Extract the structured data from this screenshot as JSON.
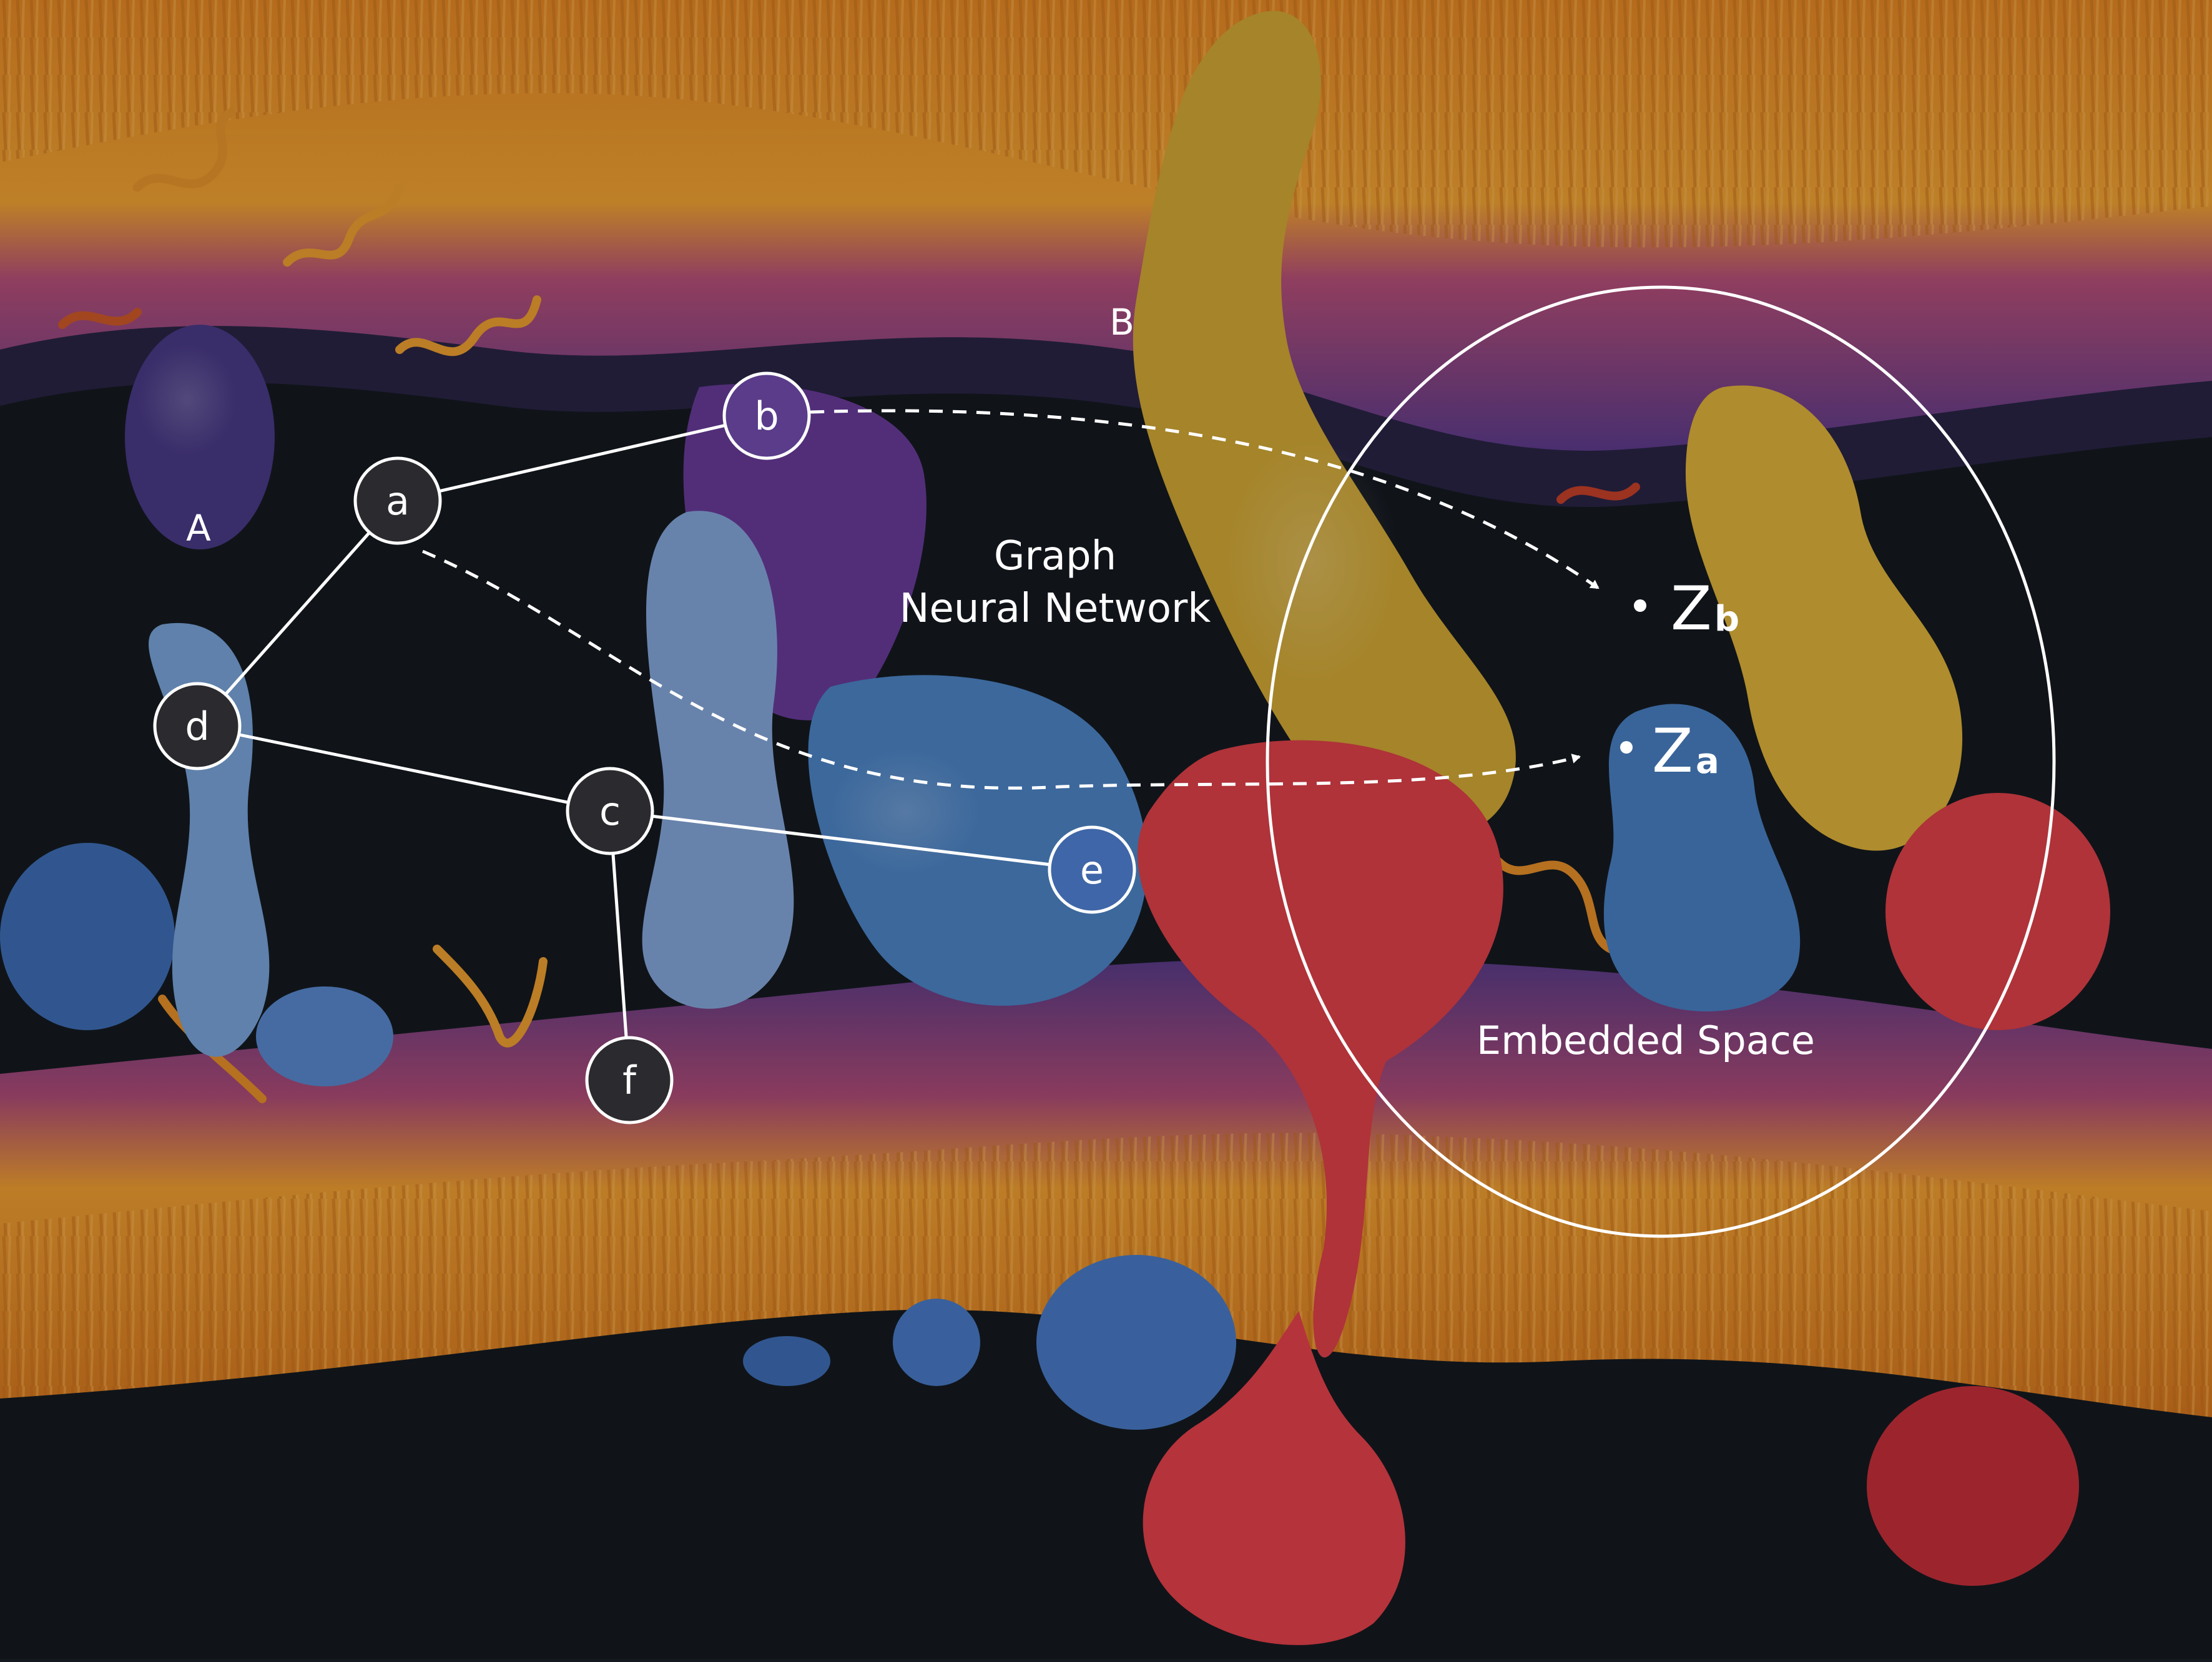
{
  "labels": {
    "region_a": "A",
    "region_b": "B",
    "gnn_line1": "Graph",
    "gnn_line2": "Neural Network",
    "embedded_space": "Embedded Space",
    "zb_main": "Z",
    "zb_sub": "b",
    "za_main": "Z",
    "za_sub": "a"
  },
  "graph": {
    "nodes": [
      "a",
      "b",
      "c",
      "d",
      "e",
      "f"
    ],
    "edges": [
      [
        "a",
        "b"
      ],
      [
        "a",
        "d"
      ],
      [
        "d",
        "c"
      ],
      [
        "c",
        "e"
      ],
      [
        "c",
        "f"
      ]
    ],
    "mappings": [
      {
        "from": "b",
        "to": "Zb"
      },
      {
        "from": "a",
        "to": "Za"
      }
    ]
  },
  "colors": {
    "background": "#14191f",
    "membrane_outer": "#f0962a",
    "membrane_inner": "#8a4a8c",
    "protein_blue": "#4e86c8",
    "protein_light_blue": "#7aa6dc",
    "protein_purple": "#6a3a9a",
    "protein_yellow": "#e0b43a",
    "protein_red": "#e0424a",
    "overlay": "#ffffff"
  }
}
